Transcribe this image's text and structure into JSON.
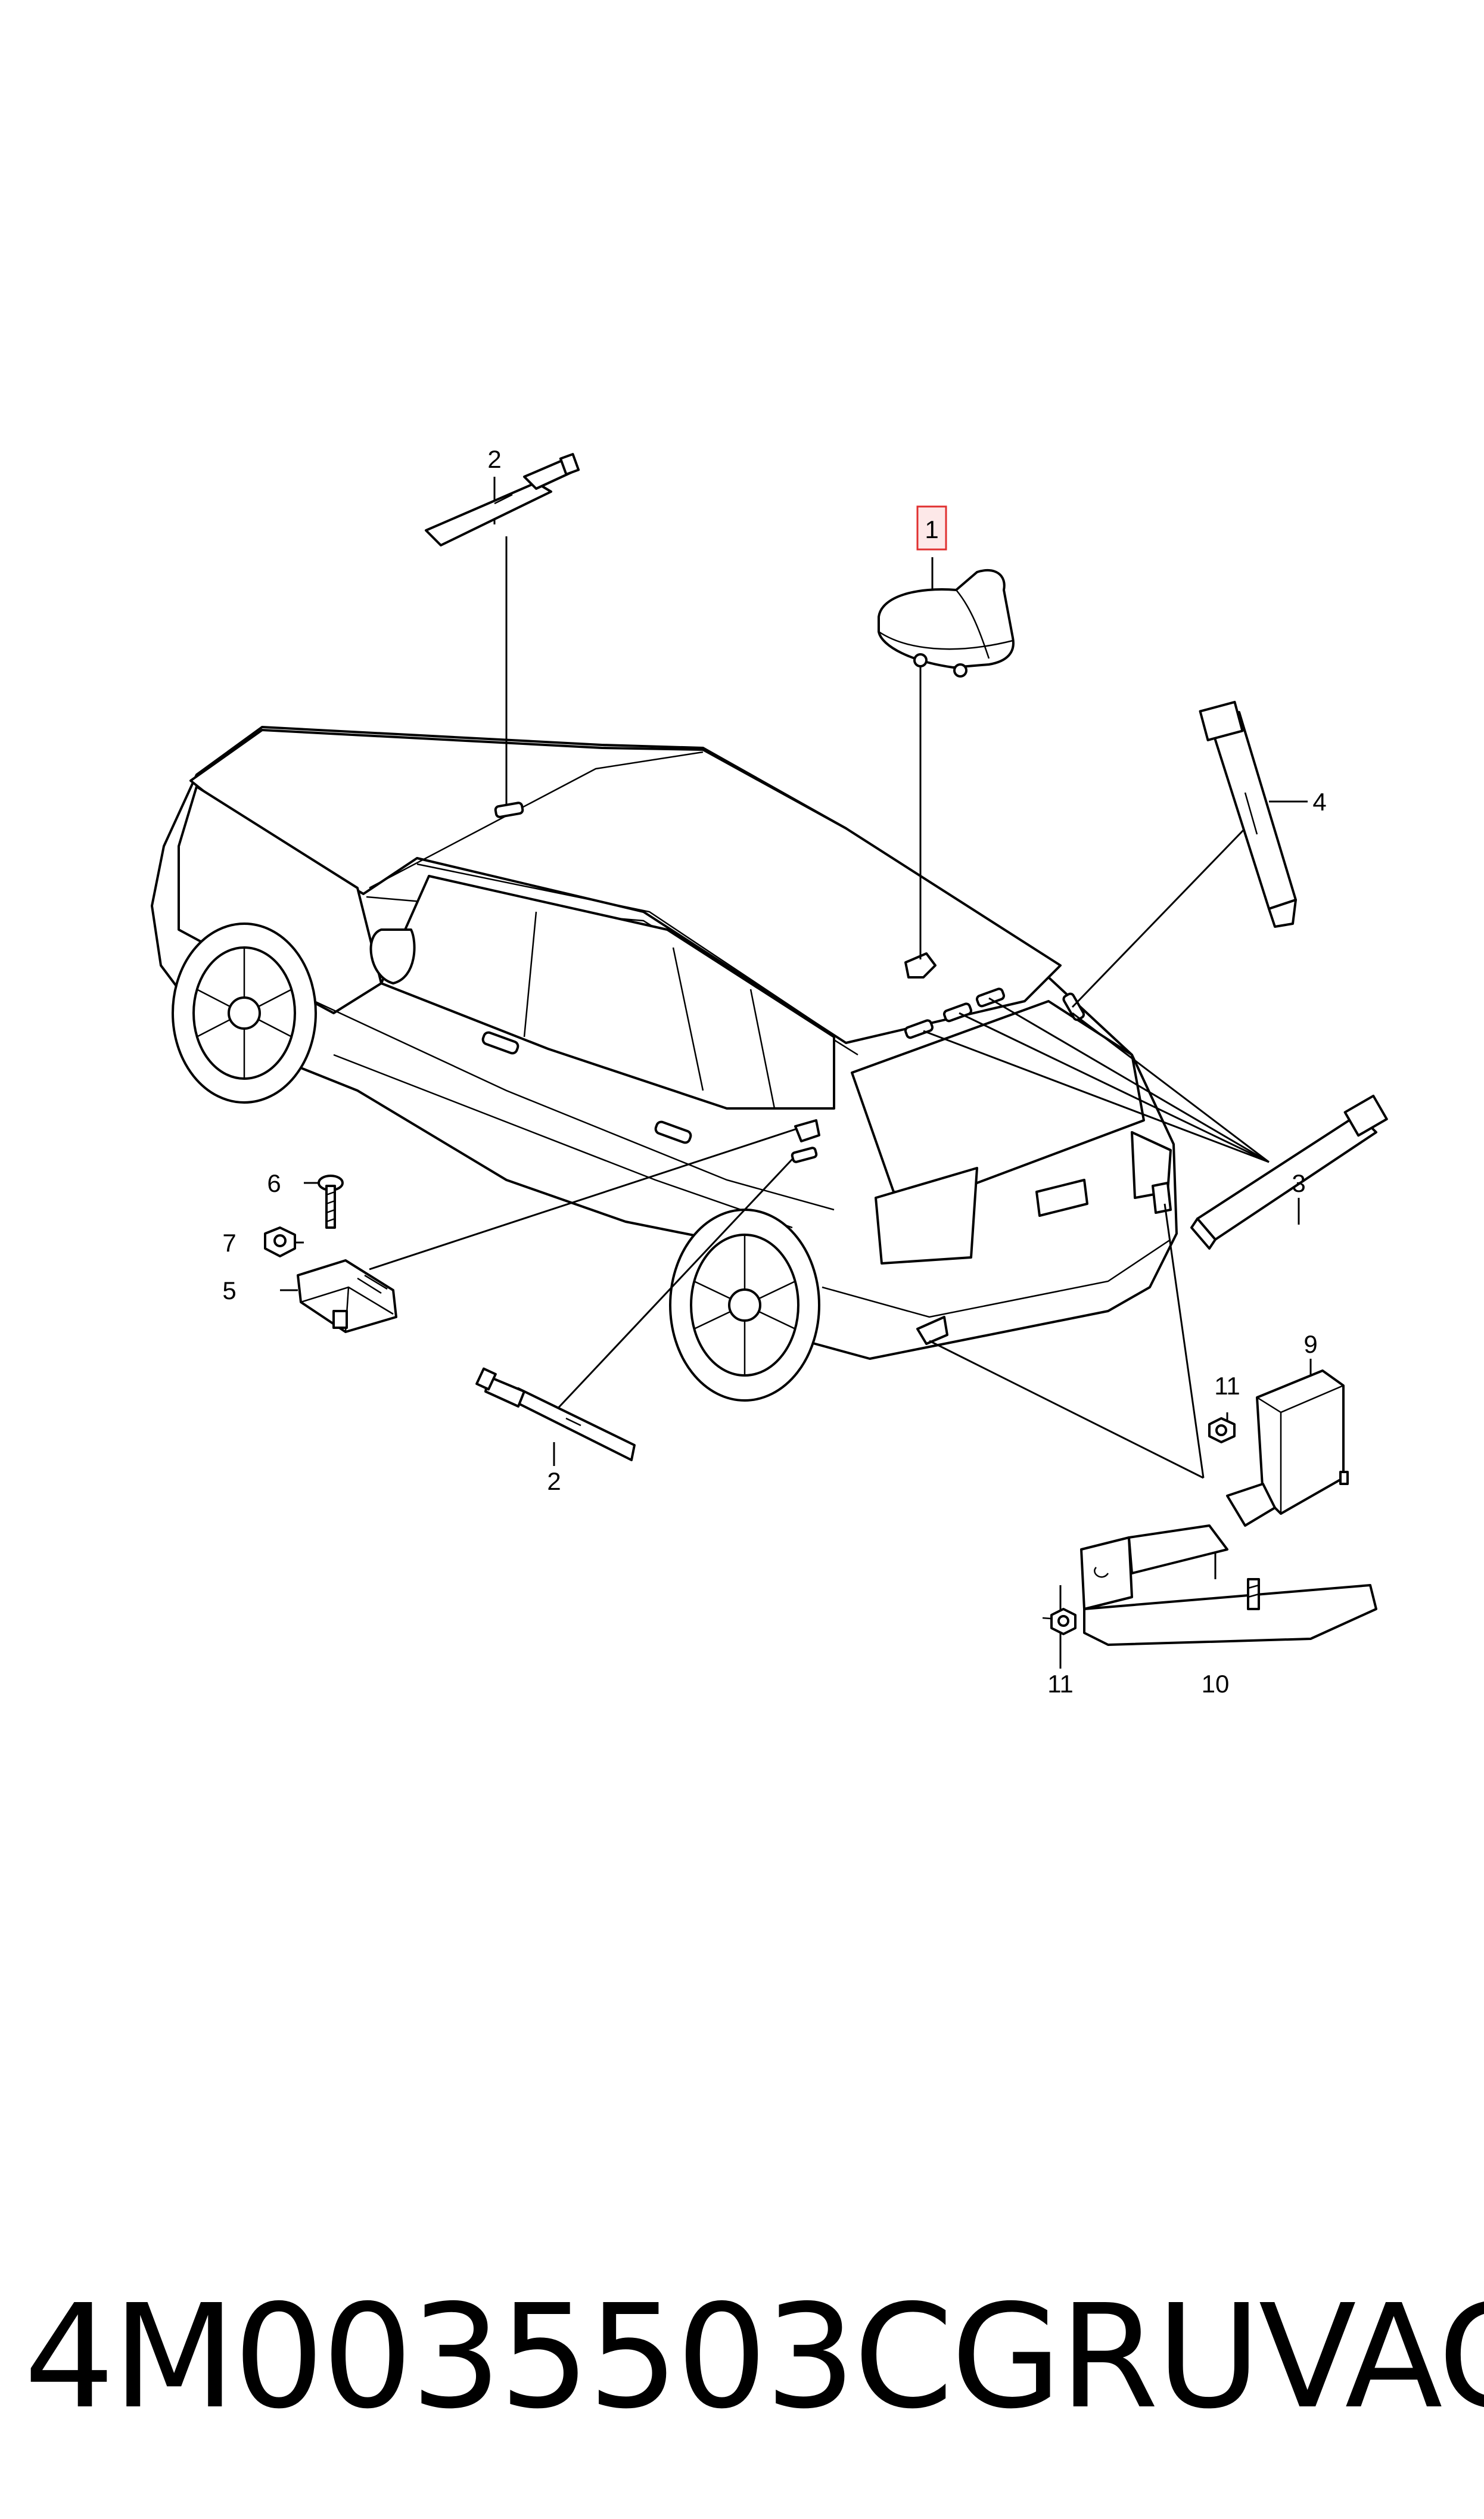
{
  "callouts": {
    "c1": "1",
    "c2_top": "2",
    "c2_bottom": "2",
    "c3": "3",
    "c4": "4",
    "c5": "5",
    "c6": "6",
    "c7": "7",
    "c9": "9",
    "c10": "10",
    "c11_top": "11",
    "c11_bottom": "11"
  },
  "highlighted_callout": "1",
  "highlight_color": "#e03030",
  "footer": {
    "part_number": "4M0035503CGRU",
    "brand": "VAG"
  }
}
